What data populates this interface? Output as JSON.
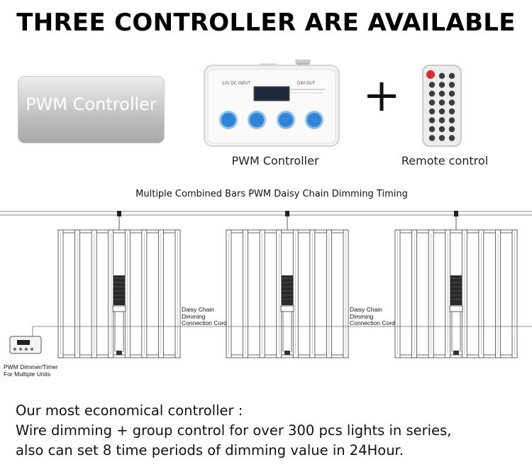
{
  "title": "THREE CONTROLLER ARE AVAILABLE",
  "pwm_box_label": "PWM Controller",
  "device": {
    "caption": "PWM Controller",
    "label_input": "12V DC INPUT",
    "label_out": "DIM OUT"
  },
  "remote": {
    "caption": "Remote control"
  },
  "diagram": {
    "title": "Multiple Combined Bars PWM Daisy Chain Dimming Timing",
    "connection_label": [
      "Daisy Chain",
      "Dimming",
      "Connection Cord"
    ],
    "dimmer_label": [
      "PWM Dimmer/Timer",
      "For Multiple Units"
    ]
  },
  "description": [
    "Our most economical controller :",
    "Wire dimming + group control for over 300 pcs lights in series,",
    "also can set 8 time periods of dimming value in 24Hour."
  ],
  "colors": {
    "button_blue": "#2f86d8",
    "box_gradient_bottom": "#a9a9a9"
  }
}
